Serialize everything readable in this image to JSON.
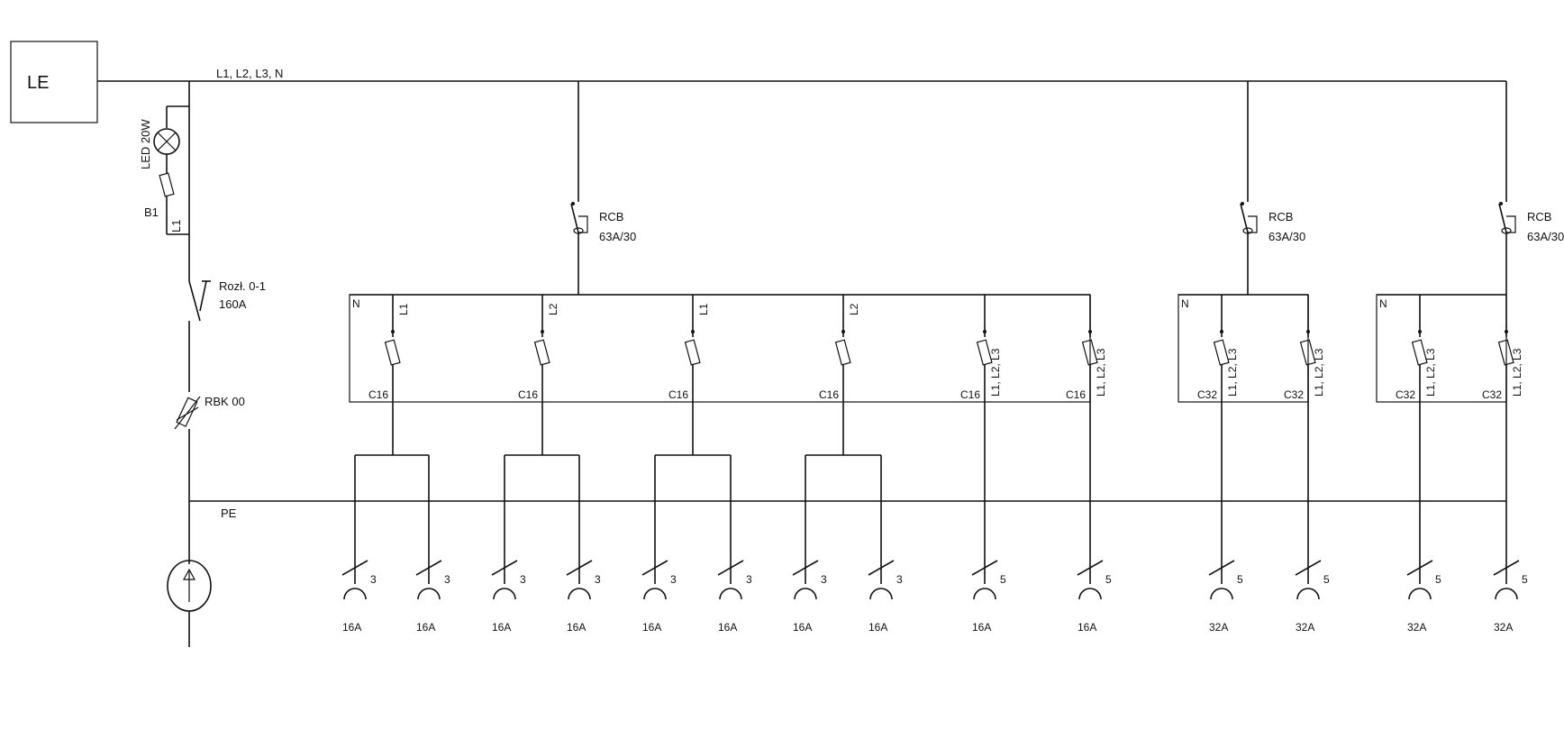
{
  "source_box": {
    "label": "LE"
  },
  "bus_label": "L1, L2, L3, N",
  "pe_label": "PE",
  "lamp": {
    "label": "LED 20W",
    "fuse_label": "B1",
    "phase_label": "L1"
  },
  "main_switch": {
    "label_line1": "Rozł. 0-1",
    "label_line2": "160A"
  },
  "main_fuse": {
    "label": "RBK 00"
  },
  "rcd_groups": [
    {
      "rcd_label_line1": "RCB",
      "rcd_label_line2": "63A/30",
      "n_label": "N",
      "circuits": [
        {
          "breaker": "C16",
          "phase": "L1",
          "outlets": [
            {
              "rating": "16A",
              "poles": "3"
            },
            {
              "rating": "16A",
              "poles": "3"
            }
          ]
        },
        {
          "breaker": "C16",
          "phase": "L2",
          "outlets": [
            {
              "rating": "16A",
              "poles": "3"
            },
            {
              "rating": "16A",
              "poles": "3"
            }
          ]
        },
        {
          "breaker": "C16",
          "phase": "L1",
          "outlets": [
            {
              "rating": "16A",
              "poles": "3"
            },
            {
              "rating": "16A",
              "poles": "3"
            }
          ]
        },
        {
          "breaker": "C16",
          "phase": "L2",
          "outlets": [
            {
              "rating": "16A",
              "poles": "3"
            },
            {
              "rating": "16A",
              "poles": "3"
            }
          ]
        },
        {
          "breaker": "C16",
          "phase": "L1, L2, L3",
          "outlets": [
            {
              "rating": "16A",
              "poles": "5"
            }
          ]
        },
        {
          "breaker": "C16",
          "phase": "L1, L2, L3",
          "outlets": [
            {
              "rating": "16A",
              "poles": "5"
            }
          ]
        }
      ]
    },
    {
      "rcd_label_line1": "RCB",
      "rcd_label_line2": "63A/30",
      "n_label": "N",
      "circuits": [
        {
          "breaker": "C32",
          "phase": "L1, L2, L3",
          "outlets": [
            {
              "rating": "32A",
              "poles": "5"
            }
          ]
        },
        {
          "breaker": "C32",
          "phase": "L1, L2, L3",
          "outlets": [
            {
              "rating": "32A",
              "poles": "5"
            }
          ]
        }
      ]
    },
    {
      "rcd_label_line1": "RCB",
      "rcd_label_line2": "63A/30",
      "n_label": "N",
      "circuits": [
        {
          "breaker": "C32",
          "phase": "L1, L2, L3",
          "outlets": [
            {
              "rating": "32A",
              "poles": "5"
            }
          ]
        },
        {
          "breaker": "C32",
          "phase": "L1, L2, L3",
          "outlets": [
            {
              "rating": "32A",
              "poles": "5"
            }
          ]
        }
      ]
    }
  ]
}
